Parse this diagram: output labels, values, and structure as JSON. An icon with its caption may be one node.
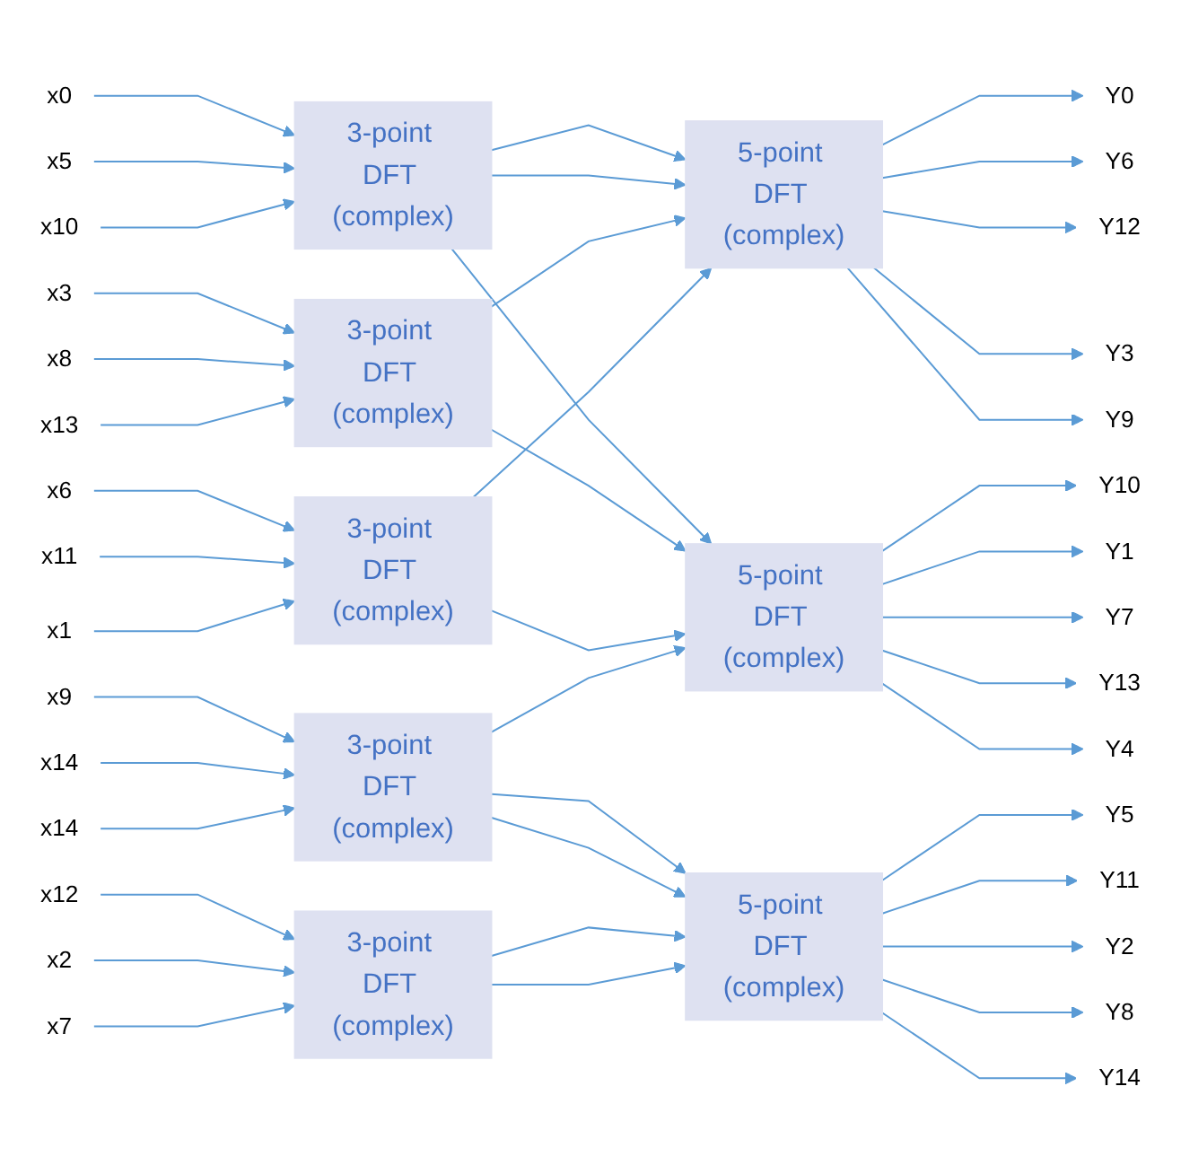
{
  "diagram": {
    "nodes": [
      {
        "text": [
          "x0"
        ]
      },
      {
        "text": [
          "x5"
        ]
      },
      {
        "text": [
          "x10"
        ]
      },
      {
        "text": [
          "x3"
        ]
      },
      {
        "text": [
          "x8"
        ]
      },
      {
        "text": [
          "x13"
        ]
      },
      {
        "text": [
          "x6"
        ]
      },
      {
        "text": [
          "x11"
        ]
      },
      {
        "text": [
          "x1"
        ]
      },
      {
        "text": [
          "x9"
        ]
      },
      {
        "text": [
          "x14"
        ]
      },
      {
        "text": [
          "x14"
        ]
      },
      {
        "text": [
          "x12"
        ]
      },
      {
        "text": [
          "x2"
        ]
      },
      {
        "text": [
          "x7"
        ]
      },
      {
        "text": [
          "3-point DFT (complex)"
        ]
      },
      {
        "text": [
          "3-point DFT (complex)"
        ]
      },
      {
        "text": [
          "3-point DFT (complex)"
        ]
      },
      {
        "text": [
          "3-point DFT (complex)"
        ]
      },
      {
        "text": [
          "3-point DFT (complex)"
        ]
      },
      {
        "text": [
          "5-point DFT (complex)"
        ]
      },
      {
        "text": [
          "5-point DFT (complex)"
        ]
      },
      {
        "text": [
          "5-point DFT (complex)"
        ]
      },
      {
        "text": [
          "Y0"
        ]
      },
      {
        "text": [
          "Y6"
        ]
      },
      {
        "text": [
          "Y12"
        ]
      },
      {
        "text": [
          "Y3"
        ]
      },
      {
        "text": [
          "Y9"
        ]
      },
      {
        "text": [
          "Y10"
        ]
      },
      {
        "text": [
          "Y1"
        ]
      },
      {
        "text": [
          "Y7"
        ]
      },
      {
        "text": [
          "Y13"
        ]
      },
      {
        "text": [
          "Y4"
        ]
      },
      {
        "text": [
          "Y5"
        ]
      },
      {
        "text": [
          "Y11"
        ]
      },
      {
        "text": [
          "Y2"
        ]
      },
      {
        "text": [
          "Y8"
        ]
      },
      {
        "text": [
          "Y14"
        ]
      }
    ],
    "edges": [
      {
        "from": 0,
        "to": 15,
        "arrow": "to"
      },
      {
        "from": 1,
        "to": 15,
        "arrow": "to"
      },
      {
        "from": 2,
        "to": 15,
        "arrow": "to"
      },
      {
        "from": 3,
        "to": 16,
        "arrow": "to"
      },
      {
        "from": 4,
        "to": 16,
        "arrow": "to"
      },
      {
        "from": 5,
        "to": 16,
        "arrow": "to"
      },
      {
        "from": 6,
        "to": 17,
        "arrow": "to"
      },
      {
        "from": 7,
        "to": 17,
        "arrow": "to"
      },
      {
        "from": 8,
        "to": 17,
        "arrow": "to"
      },
      {
        "from": 9,
        "to": 18,
        "arrow": "to"
      },
      {
        "from": 10,
        "to": 18,
        "arrow": "to"
      },
      {
        "from": 11,
        "to": 18,
        "arrow": "to"
      },
      {
        "from": 12,
        "to": 19,
        "arrow": "to"
      },
      {
        "from": 13,
        "to": 19,
        "arrow": "to"
      },
      {
        "from": 14,
        "to": 19,
        "arrow": "to"
      },
      {
        "from": 15,
        "to": 20,
        "arrow": "to"
      },
      {
        "from": 15,
        "to": 20,
        "arrow": "to"
      },
      {
        "from": 15,
        "to": 21,
        "arrow": "to"
      },
      {
        "from": 16,
        "to": 20,
        "arrow": "to"
      },
      {
        "from": 16,
        "to": 21,
        "arrow": "to"
      },
      {
        "from": 17,
        "to": 20,
        "arrow": "to"
      },
      {
        "from": 17,
        "to": 21,
        "arrow": "to"
      },
      {
        "from": 18,
        "to": 21,
        "arrow": "to"
      },
      {
        "from": 18,
        "to": 22,
        "arrow": "to"
      },
      {
        "from": 18,
        "to": 22,
        "arrow": "to"
      },
      {
        "from": 19,
        "to": 22,
        "arrow": "to"
      },
      {
        "from": 19,
        "to": 22,
        "arrow": "to"
      },
      {
        "from": 20,
        "to": 23,
        "arrow": "to"
      },
      {
        "from": 20,
        "to": 24,
        "arrow": "to"
      },
      {
        "from": 20,
        "to": 25,
        "arrow": "to"
      },
      {
        "from": 20,
        "to": 26,
        "arrow": "to"
      },
      {
        "from": 20,
        "to": 27,
        "arrow": "to"
      },
      {
        "from": 21,
        "to": 28,
        "arrow": "to"
      },
      {
        "from": 21,
        "to": 29,
        "arrow": "to"
      },
      {
        "from": 21,
        "to": 30,
        "arrow": "to"
      },
      {
        "from": 21,
        "to": 31,
        "arrow": "to"
      },
      {
        "from": 21,
        "to": 32,
        "arrow": "to"
      },
      {
        "from": 22,
        "to": 33,
        "arrow": "to"
      },
      {
        "from": 22,
        "to": 34,
        "arrow": "to"
      },
      {
        "from": 22,
        "to": 35,
        "arrow": "to"
      },
      {
        "from": 22,
        "to": 36,
        "arrow": "to"
      },
      {
        "from": 22,
        "to": 37,
        "arrow": "to"
      }
    ]
  }
}
